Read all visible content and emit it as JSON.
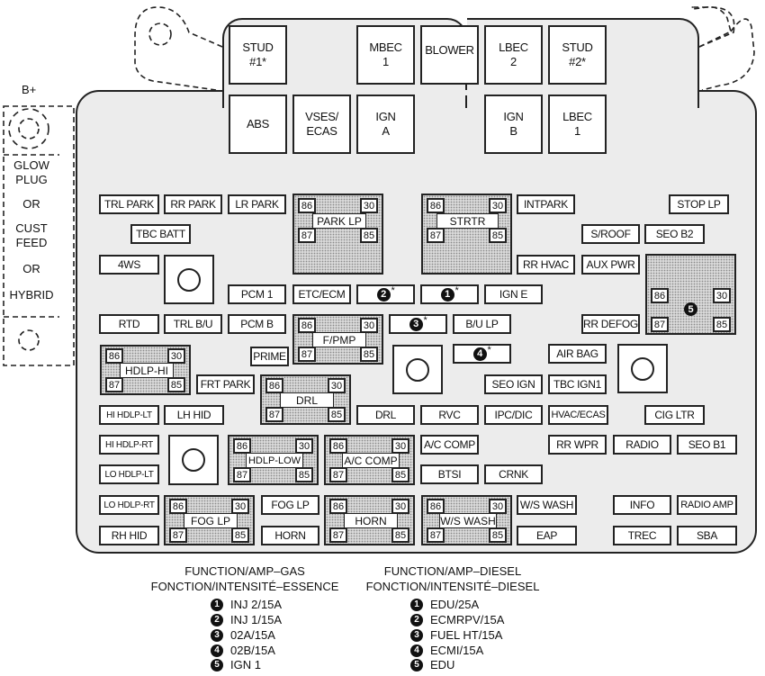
{
  "b_plus_label": "B+",
  "side_block": {
    "lines": [
      "GLOW",
      "PLUG",
      "OR",
      "CUST",
      "FEED",
      "OR",
      "HYBRID"
    ]
  },
  "top_row": [
    {
      "label": "STUD\n#1*"
    },
    {
      "label": "MBEC\n1"
    },
    {
      "label": "BLOWER"
    },
    {
      "label": "LBEC\n2"
    },
    {
      "label": "STUD\n#2*"
    }
  ],
  "second_row": [
    {
      "label": "ABS"
    },
    {
      "label": "VSES/\nECAS"
    },
    {
      "label": "IGN\nA"
    },
    {
      "label": "IGN\nB"
    },
    {
      "label": "LBEC\n1"
    }
  ],
  "fuses": {
    "trl_park": "TRL PARK",
    "rr_park": "RR PARK",
    "lr_park": "LR PARK",
    "intpark": "INTPARK",
    "stop_lp": "STOP LP",
    "tbc_batt": "TBC BATT",
    "s_roof": "S/ROOF",
    "seo_b2": "SEO B2",
    "fourws": "4WS",
    "rr_hvac": "RR HVAC",
    "aux_pwr": "AUX PWR",
    "pcm_1": "PCM 1",
    "etc_ecm": "ETC/ECM",
    "ign_e": "IGN E",
    "rtd": "RTD",
    "trl_bu": "TRL B/U",
    "pcm_b": "PCM B",
    "bu_lp": "B/U LP",
    "rr_defog": "RR DEFOG",
    "prime": "PRIME",
    "air_bag": "AIR BAG",
    "frt_park": "FRT PARK",
    "seo_ign": "SEO IGN",
    "tbc_ign1": "TBC IGN1",
    "hi_hdlp_lt": "HI HDLP-LT",
    "lh_hid": "LH HID",
    "drl": "DRL",
    "rvc": "RVC",
    "ipc_dic": "IPC/DIC",
    "hvac_ecas": "HVAC/ECAS",
    "cig_ltr": "CIG LTR",
    "hi_hdlp_rt": "HI HDLP-RT",
    "ac_comp": "A/C COMP",
    "rr_wpr": "RR WPR",
    "radio": "RADIO",
    "seo_b1": "SEO B1",
    "lo_hdlp_lt": "LO HDLP-LT",
    "btsi": "BTSI",
    "crnk": "CRNK",
    "lo_hdlp_rt": "LO HDLP-RT",
    "fog_lp": "FOG LP",
    "ws_wash": "W/S WASH",
    "info": "INFO",
    "radio_amp": "RADIO AMP",
    "rh_hid": "RH HID",
    "horn": "HORN",
    "eap": "EAP",
    "trec": "TREC",
    "sba": "SBA"
  },
  "numbered_fuses": {
    "n1": "1",
    "n2": "2",
    "n3": "3",
    "n4": "4",
    "n5": "5",
    "star": "*"
  },
  "relays": {
    "park_lp": "PARK LP",
    "strtr": "STRTR",
    "f_pmp": "F/PMP",
    "hdlp_hi": "HDLP-HI",
    "drl": "DRL",
    "hdlp_low": "HDLP-LOW",
    "ac_comp": "A/C COMP",
    "fog_lp": "FOG LP",
    "horn": "HORN",
    "ws_wash": "W/S WASH"
  },
  "pins": {
    "p86": "86",
    "p30": "30",
    "p87": "87",
    "p85": "85"
  },
  "legend": {
    "gas": {
      "title_en": "FUNCTION/AMP–GAS",
      "title_fr": "FONCTION/INTENSITÉ–ESSENCE",
      "items": [
        {
          "num": "1",
          "text": "INJ 2/15A"
        },
        {
          "num": "2",
          "text": "INJ 1/15A"
        },
        {
          "num": "3",
          "text": "02A/15A"
        },
        {
          "num": "4",
          "text": "02B/15A"
        },
        {
          "num": "5",
          "text": "IGN 1"
        }
      ]
    },
    "diesel": {
      "title_en": "FUNCTION/AMP–DIESEL",
      "title_fr": "FONCTION/INTENSITÉ–DIESEL",
      "items": [
        {
          "num": "1",
          "text": "EDU/25A"
        },
        {
          "num": "2",
          "text": "ECMRPV/15A"
        },
        {
          "num": "3",
          "text": "FUEL HT/15A"
        },
        {
          "num": "4",
          "text": "ECMI/15A"
        },
        {
          "num": "5",
          "text": "EDU"
        }
      ]
    }
  }
}
